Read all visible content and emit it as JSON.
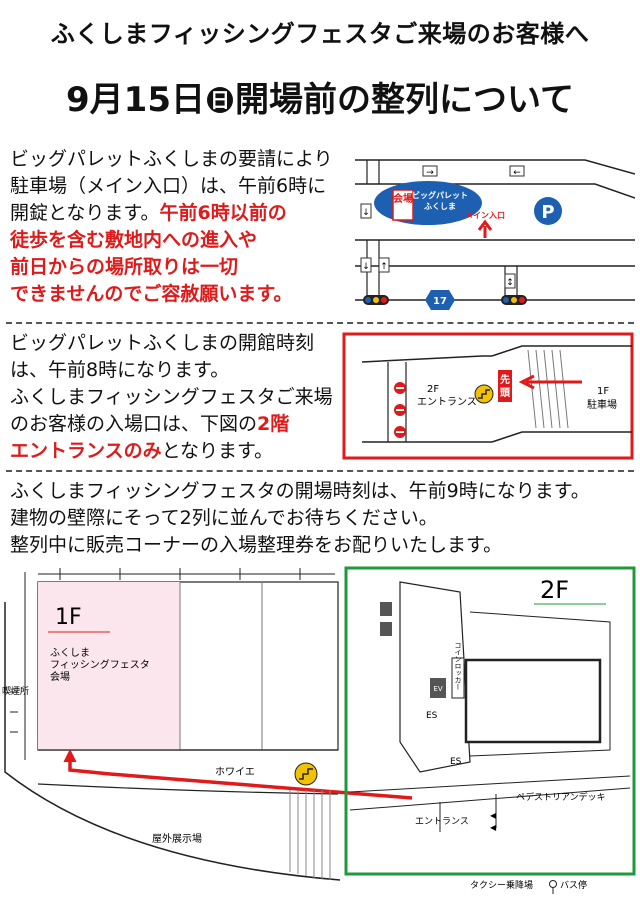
{
  "header": {
    "line1": "ふくしまフィッシングフェスタご来場のお客様へ",
    "line2_pre": "9月15日",
    "line2_day": "日",
    "line2_post": "開場前の整列について"
  },
  "section1": {
    "text_l1": "ビッグパレットふくしまの要請により",
    "text_l2": "駐車場（メイン入口）は、午前6時に",
    "text_l3a": "開錠となります。",
    "text_l3b": "午前6時以前の",
    "text_red_l4": "徒歩を含む敷地内への進入や",
    "text_red_l5": "前日からの場所取りは一切",
    "text_red_l6": "できませんのでご容赦願います。",
    "map": {
      "venue_tag": "会場",
      "venue_name_1": "ビッグパレット",
      "venue_name_2": "ふくしま",
      "main_entrance": "メイン入口",
      "parking_symbol": "P",
      "route_number": "17"
    }
  },
  "section2": {
    "text_l1": "ビッグパレットふくしまの開館時刻",
    "text_l2": "は、午前8時になります。",
    "text_l3": "ふくしまフィッシングフェスタご来場",
    "text_l4a": "のお客様の入場口は、下図の",
    "text_l4b": "2階",
    "text_l5a": "エントランスのみ",
    "text_l5b": "となります。",
    "map": {
      "entrance_2f_1": "2F",
      "entrance_2f_2": "エントランス",
      "parking_1f_1": "1F",
      "parking_1f_2": "駐車場",
      "lead_1": "先",
      "lead_2": "頭"
    }
  },
  "section3": {
    "text_l1": "ふくしまフィッシングフェスタの開場時刻は、午前9時になります。",
    "text_l2": "建物の壁際にそって2列に並んでお待ちください。",
    "text_l3": "整列中に販売コーナーの入場整理券をお配りいたします。",
    "floor": {
      "label_1f": "1F",
      "venue_1": "ふくしま",
      "venue_2": "フィッシングフェスタ",
      "venue_3": "会場",
      "smoking": "喫煙所",
      "foyer": "ホワイエ",
      "outdoor": "屋外展示場",
      "label_2f": "2F",
      "coin_locker": "コインロッカー",
      "es_1": "ES",
      "es_2": "ES",
      "ev": "EV",
      "pedestrian_deck": "ペデストリアンデッキ",
      "entrance": "エントランス",
      "taxi": "タクシー乗降場",
      "bus_stop": "バス停"
    }
  },
  "colors": {
    "red": "#e01a1a",
    "green": "#1f9a3a",
    "blue": "#1d5fb0",
    "pink": "#fbe6ee"
  }
}
